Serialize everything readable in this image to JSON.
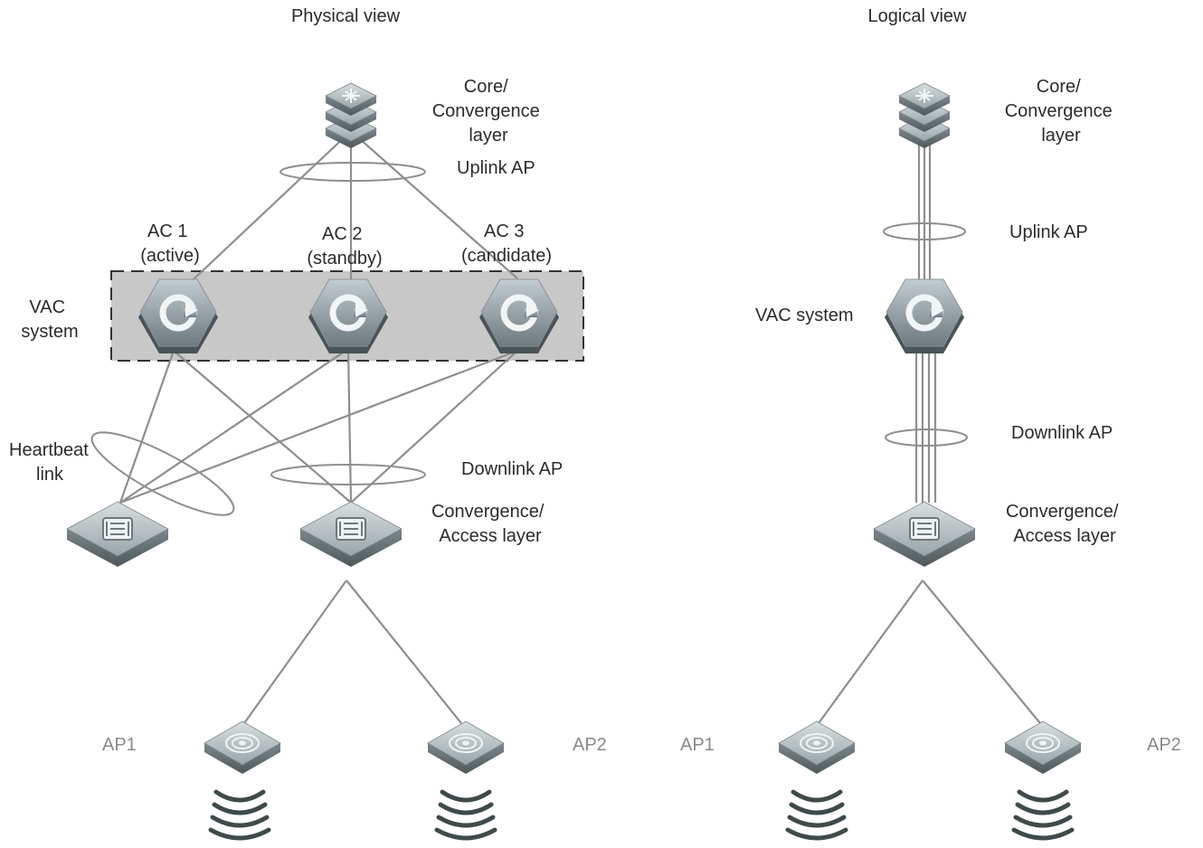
{
  "physical": {
    "title": "Physical view",
    "core_label": [
      "Core/",
      "Convergence",
      "layer"
    ],
    "uplink_ap": "Uplink AP",
    "ac1": [
      "AC 1",
      "(active)"
    ],
    "ac2": [
      "AC 2",
      "(standby)"
    ],
    "ac3": [
      "AC 3",
      "(candidate)"
    ],
    "vac_system": [
      "VAC",
      "system"
    ],
    "heartbeat": [
      "Heartbeat",
      "link"
    ],
    "downlink_ap": "Downlink AP",
    "access_label": [
      "Convergence/",
      "Access layer"
    ],
    "ap1": "AP1",
    "ap2": "AP2"
  },
  "logical": {
    "title": "Logical view",
    "core_label": [
      "Core/",
      "Convergence",
      "layer"
    ],
    "uplink_ap": "Uplink AP",
    "vac_system": "VAC system",
    "downlink_ap": "Downlink AP",
    "access_label": [
      "Convergence/",
      "Access layer"
    ],
    "ap1": "AP1",
    "ap2": "AP2"
  },
  "icons": {
    "core_switch": "core-switch-icon",
    "ac": "access-controller-icon",
    "access_switch": "access-switch-icon",
    "ap": "access-point-icon",
    "wireless": "wireless-signal-icon"
  },
  "colors": {
    "device_gray": "#9aa3a6",
    "link_gray": "#8e8e8e",
    "vac_box_fill": "#c8c8c8"
  }
}
